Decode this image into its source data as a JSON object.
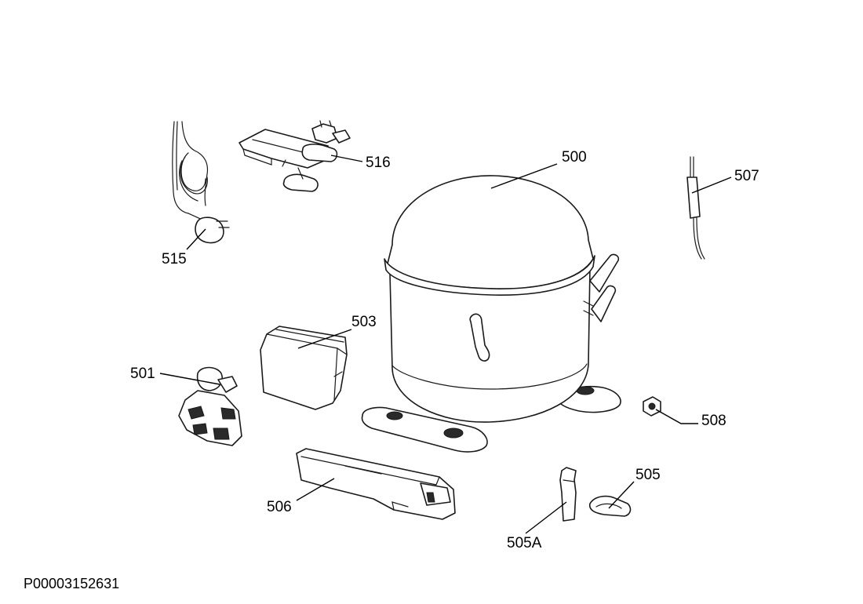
{
  "diagram": {
    "drawing_code": "P00003152631",
    "labels": {
      "l500": "500",
      "l501": "501",
      "l503": "503",
      "l505": "505",
      "l505A": "505A",
      "l506": "506",
      "l507": "507",
      "l508": "508",
      "l515": "515",
      "l516": "516"
    }
  }
}
